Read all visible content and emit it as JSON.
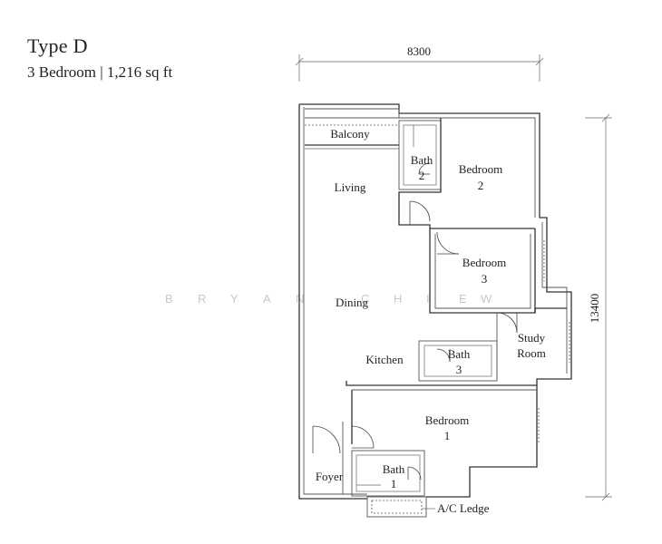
{
  "header": {
    "title": "Type D",
    "subtitle": "3 Bedroom  |  1,216 sq ft"
  },
  "watermark": {
    "letters": [
      "B",
      "R",
      "Y",
      "A",
      "N",
      "C",
      "H",
      "I",
      "E",
      "W"
    ]
  },
  "dimensions": {
    "width_label": "8300",
    "height_label": "13400"
  },
  "rooms": {
    "balcony": "Balcony",
    "living": "Living",
    "bath2_line1": "Bath",
    "bath2_line2": "2",
    "bedroom2_line1": "Bedroom",
    "bedroom2_line2": "2",
    "bedroom3_line1": "Bedroom",
    "bedroom3_line2": "3",
    "dining": "Dining",
    "study_line1": "Study",
    "study_line2": "Room",
    "kitchen": "Kitchen",
    "bath3_line1": "Bath",
    "bath3_line2": "3",
    "bedroom1_line1": "Bedroom",
    "bedroom1_line2": "1",
    "foyer": "Foyer",
    "bath1_line1": "Bath",
    "bath1_line2": "1",
    "ac_ledge": "A/C Ledge"
  }
}
